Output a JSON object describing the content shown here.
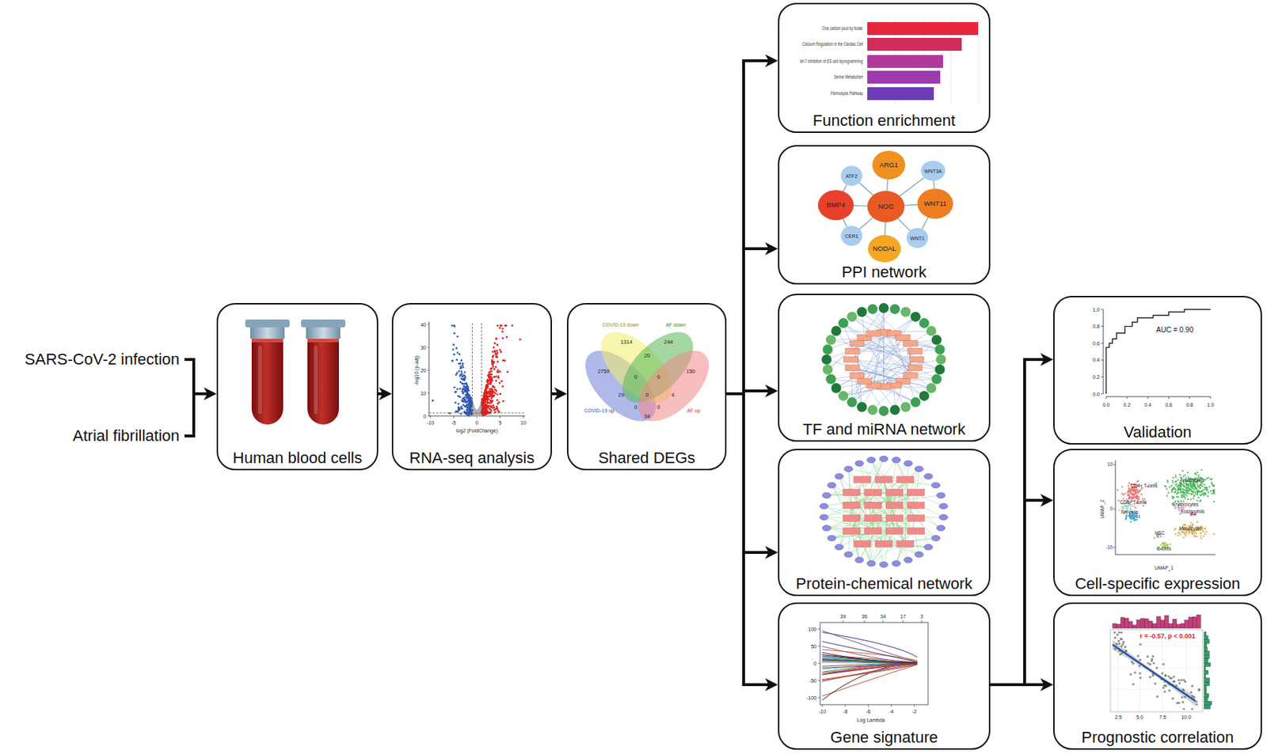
{
  "diagram": {
    "nodes": [
      {
        "text": [
          "Human blood cells"
        ]
      },
      {
        "text": [
          "RNA-seq analysis"
        ]
      },
      {
        "text": [
          "Shared DEGs"
        ]
      },
      {
        "text": [
          "Function enrichment"
        ]
      },
      {
        "text": [
          "PPI network"
        ]
      },
      {
        "text": [
          "ARG1"
        ],
        "in": 4
      },
      {
        "text": [
          "ATF2"
        ],
        "in": 4
      },
      {
        "text": [
          "WNT3A"
        ],
        "in": 4
      },
      {
        "text": [
          "BMP4"
        ],
        "in": 4
      },
      {
        "text": [
          "NOG"
        ],
        "in": 4
      },
      {
        "text": [
          "WNT11"
        ],
        "in": 4
      },
      {
        "text": [
          "CER1"
        ],
        "in": 4
      },
      {
        "text": [
          "WNT1"
        ],
        "in": 4
      },
      {
        "text": [
          "NODAL"
        ],
        "in": 4
      },
      {
        "text": [
          "TF and miRNA network"
        ]
      },
      {
        "text": [
          "Protein-chemical network"
        ]
      },
      {
        "text": [
          "Gene signature"
        ]
      },
      {
        "text": [
          "Validation"
        ]
      },
      {
        "text": [
          "Cell-specific expression"
        ]
      },
      {
        "text": [
          "Prognostic correlation"
        ]
      }
    ],
    "edges": [
      {
        "from": 0,
        "to": 1,
        "arrow": "to"
      },
      {
        "from": 1,
        "to": 2,
        "arrow": "to"
      },
      {
        "from": 2,
        "to": 3,
        "arrow": "to"
      },
      {
        "from": 2,
        "to": 4,
        "arrow": "to"
      },
      {
        "from": 2,
        "to": 14,
        "arrow": "to"
      },
      {
        "from": 2,
        "to": 15,
        "arrow": "to"
      },
      {
        "from": 2,
        "to": 16,
        "arrow": "to"
      },
      {
        "from": 16,
        "to": 17,
        "arrow": "to"
      },
      {
        "from": 16,
        "to": 18,
        "arrow": "to"
      },
      {
        "from": 16,
        "to": 19,
        "arrow": "to"
      },
      {
        "from": 6,
        "to": 9,
        "arrow": "none"
      },
      {
        "from": 6,
        "to": 8,
        "arrow": "none"
      },
      {
        "from": 5,
        "to": 9,
        "arrow": "none"
      },
      {
        "from": 9,
        "to": 7,
        "arrow": "none"
      },
      {
        "from": 7,
        "to": 10,
        "arrow": "none"
      },
      {
        "from": 8,
        "to": 9,
        "arrow": "none"
      },
      {
        "from": 9,
        "to": 10,
        "arrow": "none"
      },
      {
        "from": 8,
        "to": 11,
        "arrow": "none"
      },
      {
        "from": 11,
        "to": 9,
        "arrow": "none"
      },
      {
        "from": 9,
        "to": 13,
        "arrow": "none"
      },
      {
        "from": 10,
        "to": 12,
        "arrow": "none"
      },
      {
        "from": 9,
        "to": 12,
        "arrow": "none"
      }
    ],
    "labels": [
      "SARS-CoV-2 infection",
      "Atrial fibrillation",
      "40",
      "30",
      "20",
      "10",
      "0",
      "-10",
      "-5",
      "0",
      "5",
      "10",
      "-log10 (p-adj)",
      "log2 (FoldChange)",
      "COVID-19 down",
      "AF down",
      "COVID-19 up",
      "AF up",
      "1314",
      "244",
      "2759",
      "20",
      "150",
      "0",
      "0",
      "29",
      "0",
      "4",
      "0",
      "0",
      "34",
      "One carbon pool by folate",
      "Calcium Regulation in the Cardiac Cell",
      "let-7 inhibition of ES cell reprogramming",
      "Serine Metabolism",
      "Fibrinolysis Pathway",
      "1.0",
      "0.8",
      "0.6",
      "0.4",
      "0.2",
      "0.0",
      "0.0",
      "0.2",
      "0.4",
      "0.6",
      "0.8",
      "1.0",
      "AUC = 0.90",
      "39",
      "36",
      "34",
      "17",
      "3",
      "100",
      "50",
      "0",
      "-50",
      "-100",
      "-10",
      "-8",
      "-6",
      "-4",
      "-2",
      "Log Lambda",
      "CD4+ T-cells",
      "CD8+ T-cells",
      "NK cells",
      "Neutrophils",
      "Erythrocytes",
      "Eosinophils",
      "Monocytes",
      "HSC",
      "B-cells",
      "UMAP_1",
      "UMAP_2",
      "10",
      "0",
      "-10",
      "r = -0.57, p < 0.001",
      "2.5",
      "5.0",
      "7.5",
      "10.0"
    ]
  }
}
